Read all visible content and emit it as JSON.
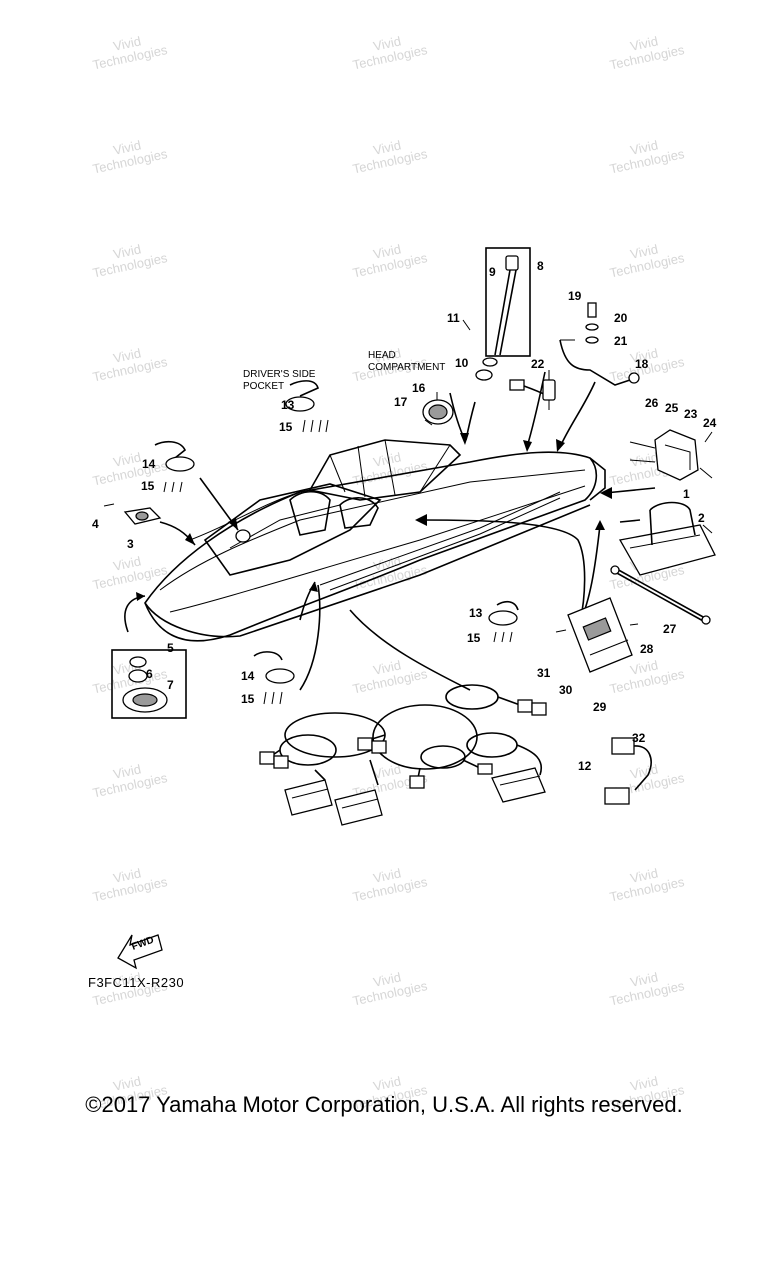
{
  "watermark": {
    "line1": "Vivid",
    "line2": "Technologies"
  },
  "labels": {
    "drivers_pocket_1": "DRIVER'S SIDE",
    "drivers_pocket_2": "POCKET",
    "head_compartment_1": "HEAD",
    "head_compartment_2": "COMPARTMENT",
    "fwd": "FWD"
  },
  "callouts": [
    "1",
    "2",
    "3",
    "4",
    "5",
    "6",
    "7",
    "8",
    "9",
    "10",
    "11",
    "12",
    "13",
    "14",
    "15",
    "16",
    "17",
    "18",
    "19",
    "20",
    "21",
    "22",
    "23",
    "24",
    "25",
    "26",
    "27",
    "28",
    "29",
    "30",
    "31",
    "32",
    "13",
    "14",
    "15",
    "15",
    "15"
  ],
  "figure_code": "F3FC11X-R230",
  "copyright": "©2017 Yamaha Motor Corporation, U.S.A. All rights reserved."
}
